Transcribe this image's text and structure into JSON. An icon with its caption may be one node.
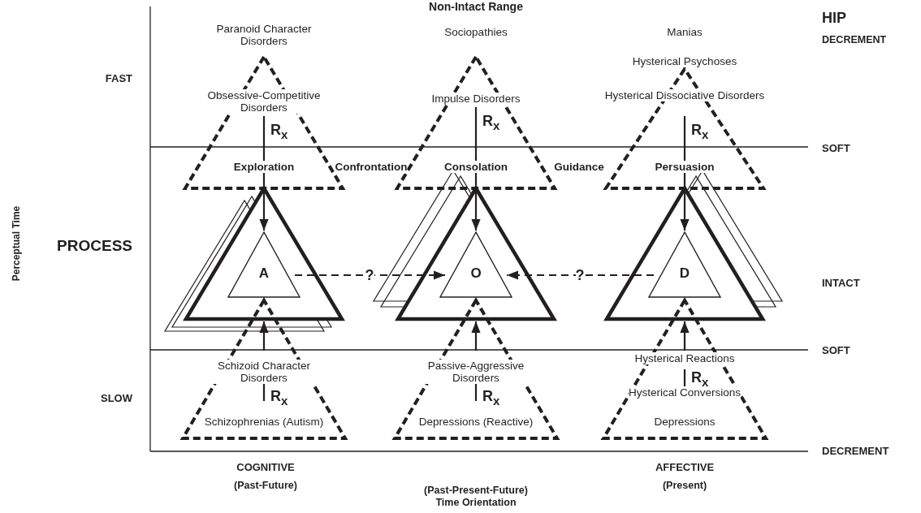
{
  "diagram": {
    "nodes": [
      {
        "text": [
          "Paranoid Character Disorders",
          "Obsessive-Competitive Disorders",
          "Exploration"
        ]
      },
      {
        "text": [
          "Sociopathies",
          "Impulse Disorders",
          "Consolation"
        ]
      },
      {
        "text": [
          "Manias",
          "Hysterical Psychoses",
          "Hysterical Dissociative Disorders",
          "Persuasion"
        ]
      },
      {
        "text": [],
        "shape": "triangle"
      },
      {
        "text": [
          "A"
        ],
        "in": 3
      },
      {
        "text": [],
        "shape": "triangle"
      },
      {
        "text": [
          "O"
        ],
        "in": 5
      },
      {
        "text": [],
        "shape": "triangle"
      },
      {
        "text": [
          "D"
        ],
        "in": 7
      },
      {
        "text": [
          "Schizoid Character Disorders",
          "Schizophrenias (Autism)"
        ]
      },
      {
        "text": [
          "Passive-Aggressive Disorders",
          "Depressions (Reactive)"
        ]
      },
      {
        "text": [
          "Hysterical Reactions",
          "Hysterical Conversions",
          "Depressions"
        ]
      }
    ],
    "edges": [
      {
        "from": 0,
        "to": 4,
        "arrow": "to",
        "label": "R$_{x}$"
      },
      {
        "from": 1,
        "to": 6,
        "arrow": "to",
        "label": "R$_{x}$"
      },
      {
        "from": 2,
        "to": 8,
        "arrow": "to",
        "label": "R$_{x}$"
      },
      {
        "from": 9,
        "to": 3,
        "arrow": "to"
      },
      {
        "from": 10,
        "to": 5,
        "arrow": "to"
      },
      {
        "from": 11,
        "to": 7,
        "arrow": "to"
      },
      {
        "from": 4,
        "to": 6,
        "arrow": "to",
        "label": "?",
        "style": "dashed"
      },
      {
        "from": 8,
        "to": 6,
        "arrow": "to",
        "label": "?",
        "style": "dashed"
      }
    ],
    "labels": [
      "Non-Intact Range",
      "HIP",
      "DECREMENT",
      "FAST",
      "SOFT",
      "Confrontation",
      "Guidance",
      "Perceptual Time",
      "PROCESS",
      "INTACT",
      "SOFT",
      "SLOW",
      "R$_{x}$",
      "R$_{x}$",
      "R$_{x}$",
      "DECREMENT",
      "COGNITIVE",
      "AFFECTIVE",
      "(Past-Future)",
      "(Past-Present-Future)",
      "(Present)",
      "Time Orientation"
    ]
  }
}
